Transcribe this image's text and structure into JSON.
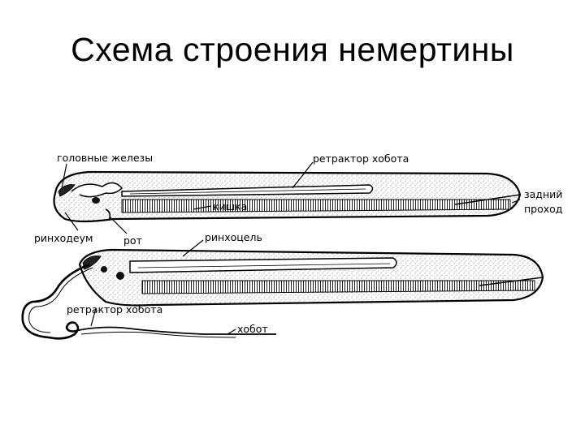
{
  "title": "Схема строения немертины",
  "labels": {
    "head_glands": "головные железы",
    "retractor_top": "ретрактор хобота",
    "intestine": "кишка",
    "anus_line1": "задний",
    "anus_line2": "проход",
    "rhynchodaeum": "ринходеум",
    "mouth": "рот",
    "rhynchocoel": "ринхоцель",
    "retractor_bottom": "ретрактор хобота",
    "proboscis": "хобот"
  }
}
